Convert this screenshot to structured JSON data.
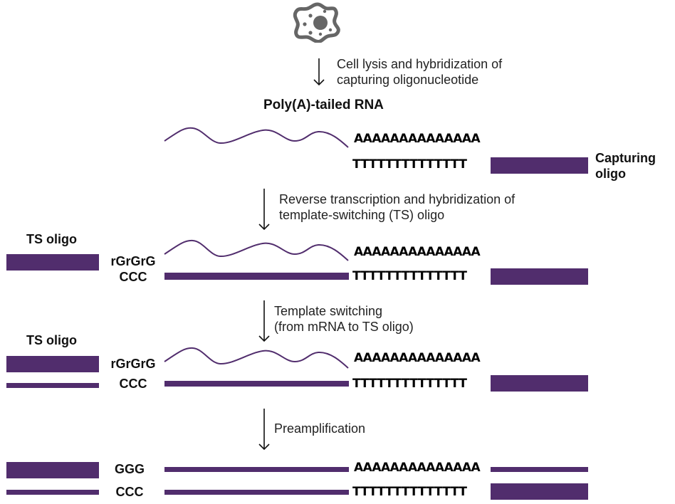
{
  "colors": {
    "strand": "#512d6d",
    "icon": "#666666",
    "text": "#111111"
  },
  "cell_icon": "cell-icon",
  "steps": [
    {
      "arrow": "arrow-down-icon",
      "text": [
        "Cell lysis and hybridization of",
        "capturing oligonucleotide"
      ]
    },
    {
      "arrow": "arrow-down-icon",
      "text": [
        "Reverse transcription and hybridization of",
        "template-switching (TS) oligo"
      ]
    },
    {
      "arrow": "arrow-down-icon",
      "text": [
        "Template switching",
        "(from mRNA to TS oligo)"
      ]
    },
    {
      "arrow": "arrow-down-icon",
      "text": [
        "Preamplification"
      ]
    }
  ],
  "labels": {
    "poly_a_rna": "Poly(A)-tailed RNA",
    "capturing_oligo": [
      "Capturing",
      "oligo"
    ],
    "ts_oligo": "TS oligo"
  },
  "sequences": {
    "poly_a": "AAAAAAAAAAAAAA",
    "poly_t": "TTTTTTTTTTTTTT",
    "rgrgrg": "rGrGrG",
    "ccc": "CCC",
    "ggg": "GGG"
  }
}
